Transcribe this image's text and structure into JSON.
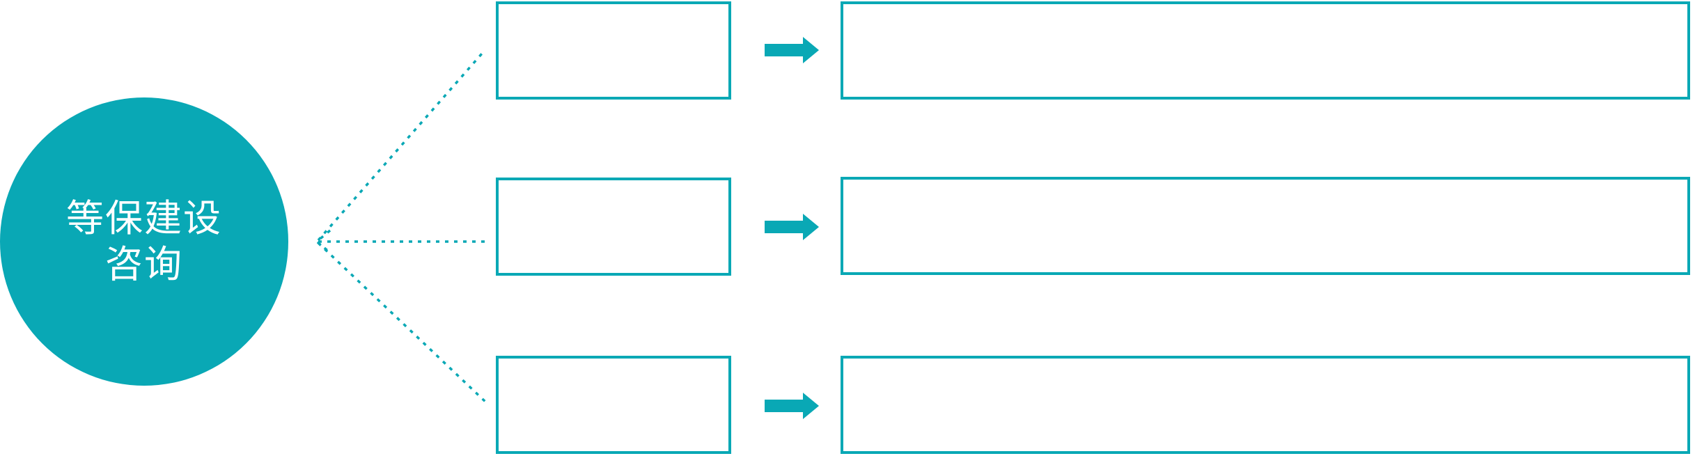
{
  "diagram": {
    "root": {
      "label_line1": "等保建设",
      "label_line2": "咨询"
    },
    "rows": [
      {
        "small_box_text": "",
        "arrow_icon": "right-arrow-icon",
        "large_box_text": ""
      },
      {
        "small_box_text": "",
        "arrow_icon": "right-arrow-icon",
        "large_box_text": ""
      },
      {
        "small_box_text": "",
        "arrow_icon": "right-arrow-icon",
        "large_box_text": ""
      }
    ],
    "connector_style": "dotted-fan-with-left-arrowhead"
  },
  "colors": {
    "accent": "#09a8b5",
    "box_fill": "#ffffff",
    "root_text": "#ffffff",
    "background": "#ffffff"
  }
}
